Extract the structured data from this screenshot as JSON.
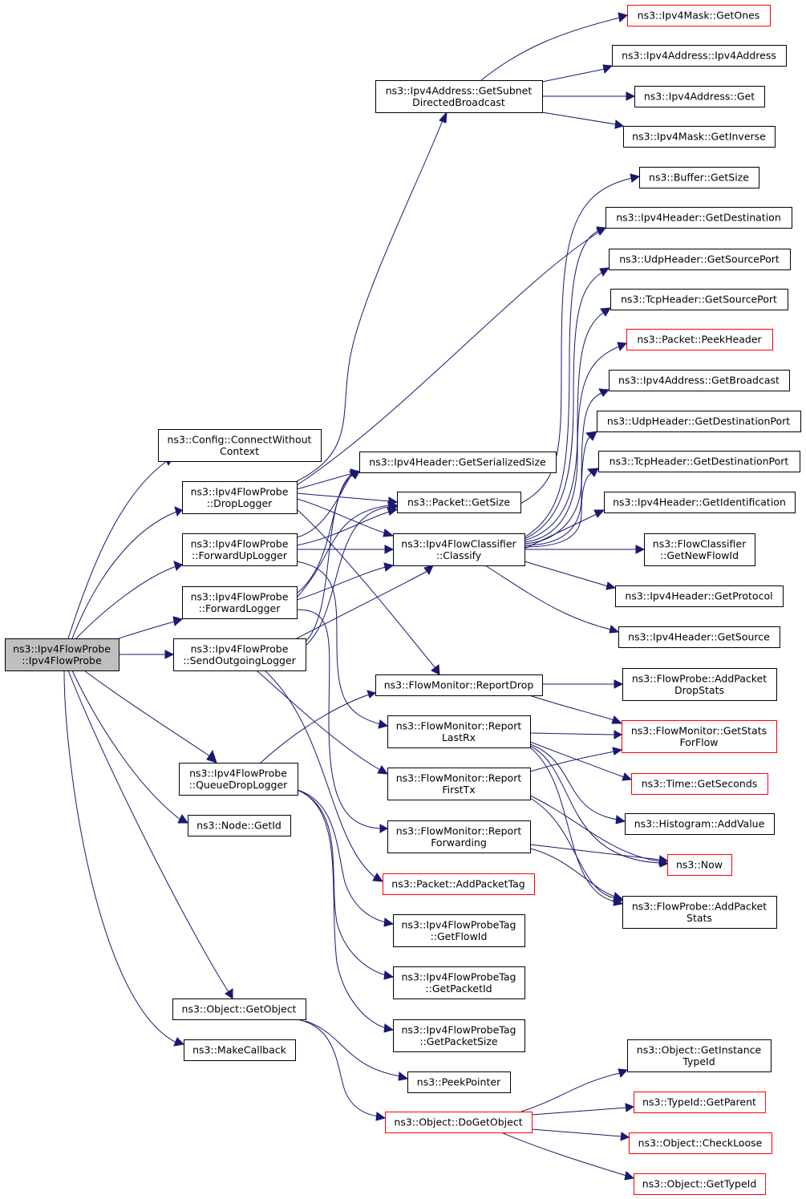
{
  "colors": {
    "edge": "#191970",
    "node_border": "#000000",
    "node_border_truncated": "#ff0000",
    "root_fill": "#bfbfbf"
  },
  "nodes": [
    {
      "id": "root",
      "lines": [
        "ns3::Ipv4FlowProbe",
        "::Ipv4FlowProbe"
      ],
      "style": "root"
    },
    {
      "id": "connect",
      "lines": [
        "ns3::Config::ConnectWithout",
        "Context"
      ],
      "style": "normal"
    },
    {
      "id": "droplogger",
      "lines": [
        "ns3::Ipv4FlowProbe",
        "::DropLogger"
      ],
      "style": "normal"
    },
    {
      "id": "fwdup",
      "lines": [
        "ns3::Ipv4FlowProbe",
        "::ForwardUpLogger"
      ],
      "style": "normal"
    },
    {
      "id": "fwdlogger",
      "lines": [
        "ns3::Ipv4FlowProbe",
        "::ForwardLogger"
      ],
      "style": "normal"
    },
    {
      "id": "sendout",
      "lines": [
        "ns3::Ipv4FlowProbe",
        "::SendOutgoingLogger"
      ],
      "style": "normal"
    },
    {
      "id": "queuedrop",
      "lines": [
        "ns3::Ipv4FlowProbe",
        "::QueueDropLogger"
      ],
      "style": "normal"
    },
    {
      "id": "nodegetid",
      "lines": [
        "ns3::Node::GetId"
      ],
      "style": "normal"
    },
    {
      "id": "getobject",
      "lines": [
        "ns3::Object::GetObject"
      ],
      "style": "normal"
    },
    {
      "id": "makecb",
      "lines": [
        "ns3::MakeCallback"
      ],
      "style": "normal"
    },
    {
      "id": "subnet",
      "lines": [
        "ns3::Ipv4Address::GetSubnet",
        "DirectedBroadcast"
      ],
      "style": "normal"
    },
    {
      "id": "getserial",
      "lines": [
        "ns3::Ipv4Header::GetSerializedSize"
      ],
      "style": "normal"
    },
    {
      "id": "pktgetsize",
      "lines": [
        "ns3::Packet::GetSize"
      ],
      "style": "normal"
    },
    {
      "id": "classify",
      "lines": [
        "ns3::Ipv4FlowClassifier",
        "::Classify"
      ],
      "style": "normal"
    },
    {
      "id": "reportdrop",
      "lines": [
        "ns3::FlowMonitor::ReportDrop"
      ],
      "style": "normal"
    },
    {
      "id": "lastrx",
      "lines": [
        "ns3::FlowMonitor::Report",
        "LastRx"
      ],
      "style": "normal"
    },
    {
      "id": "firsttx",
      "lines": [
        "ns3::FlowMonitor::Report",
        "FirstTx"
      ],
      "style": "normal"
    },
    {
      "id": "forwarding",
      "lines": [
        "ns3::FlowMonitor::Report",
        "Forwarding"
      ],
      "style": "normal"
    },
    {
      "id": "addpkttag",
      "lines": [
        "ns3::Packet::AddPacketTag"
      ],
      "style": "red"
    },
    {
      "id": "tagflowid",
      "lines": [
        "ns3::Ipv4FlowProbeTag",
        "::GetFlowId"
      ],
      "style": "normal"
    },
    {
      "id": "tagpktid",
      "lines": [
        "ns3::Ipv4FlowProbeTag",
        "::GetPacketId"
      ],
      "style": "normal"
    },
    {
      "id": "tagpktsize",
      "lines": [
        "ns3::Ipv4FlowProbeTag",
        "::GetPacketSize"
      ],
      "style": "normal"
    },
    {
      "id": "peekptr",
      "lines": [
        "ns3::PeekPointer"
      ],
      "style": "normal"
    },
    {
      "id": "dogetobj",
      "lines": [
        "ns3::Object::DoGetObject"
      ],
      "style": "red"
    },
    {
      "id": "maskones",
      "lines": [
        "ns3::Ipv4Mask::GetOnes"
      ],
      "style": "red"
    },
    {
      "id": "addrctor",
      "lines": [
        "ns3::Ipv4Address::Ipv4Address"
      ],
      "style": "normal"
    },
    {
      "id": "addrget",
      "lines": [
        "ns3::Ipv4Address::Get"
      ],
      "style": "normal"
    },
    {
      "id": "maskinv",
      "lines": [
        "ns3::Ipv4Mask::GetInverse"
      ],
      "style": "normal"
    },
    {
      "id": "bufsize",
      "lines": [
        "ns3::Buffer::GetSize"
      ],
      "style": "normal"
    },
    {
      "id": "hdrdest",
      "lines": [
        "ns3::Ipv4Header::GetDestination"
      ],
      "style": "normal"
    },
    {
      "id": "udpsrc",
      "lines": [
        "ns3::UdpHeader::GetSourcePort"
      ],
      "style": "normal"
    },
    {
      "id": "tcpsrc",
      "lines": [
        "ns3::TcpHeader::GetSourcePort"
      ],
      "style": "normal"
    },
    {
      "id": "peekhdr",
      "lines": [
        "ns3::Packet::PeekHeader"
      ],
      "style": "red"
    },
    {
      "id": "addrbcast",
      "lines": [
        "ns3::Ipv4Address::GetBroadcast"
      ],
      "style": "normal"
    },
    {
      "id": "udpdst",
      "lines": [
        "ns3::UdpHeader::GetDestinationPort"
      ],
      "style": "normal"
    },
    {
      "id": "tcpdst",
      "lines": [
        "ns3::TcpHeader::GetDestinationPort"
      ],
      "style": "normal"
    },
    {
      "id": "hdrident",
      "lines": [
        "ns3::Ipv4Header::GetIdentification"
      ],
      "style": "normal"
    },
    {
      "id": "newflow",
      "lines": [
        "ns3::FlowClassifier",
        "::GetNewFlowId"
      ],
      "style": "normal"
    },
    {
      "id": "hdrproto",
      "lines": [
        "ns3::Ipv4Header::GetProtocol"
      ],
      "style": "normal"
    },
    {
      "id": "hdrsrc",
      "lines": [
        "ns3::Ipv4Header::GetSource"
      ],
      "style": "normal"
    },
    {
      "id": "adddrop",
      "lines": [
        "ns3::FlowProbe::AddPacket",
        "DropStats"
      ],
      "style": "normal"
    },
    {
      "id": "getstats",
      "lines": [
        "ns3::FlowMonitor::GetStats",
        "ForFlow"
      ],
      "style": "red"
    },
    {
      "id": "seconds",
      "lines": [
        "ns3::Time::GetSeconds"
      ],
      "style": "red"
    },
    {
      "id": "histo",
      "lines": [
        "ns3::Histogram::AddValue"
      ],
      "style": "normal"
    },
    {
      "id": "now",
      "lines": [
        "ns3::Now"
      ],
      "style": "red"
    },
    {
      "id": "addstats",
      "lines": [
        "ns3::FlowProbe::AddPacket",
        "Stats"
      ],
      "style": "normal"
    },
    {
      "id": "instancetid",
      "lines": [
        "ns3::Object::GetInstance",
        "TypeId"
      ],
      "style": "normal"
    },
    {
      "id": "getparent",
      "lines": [
        "ns3::TypeId::GetParent"
      ],
      "style": "red"
    },
    {
      "id": "checkloose",
      "lines": [
        "ns3::Object::CheckLoose"
      ],
      "style": "red"
    },
    {
      "id": "gettypeid",
      "lines": [
        "ns3::Object::GetTypeId"
      ],
      "style": "red"
    }
  ]
}
